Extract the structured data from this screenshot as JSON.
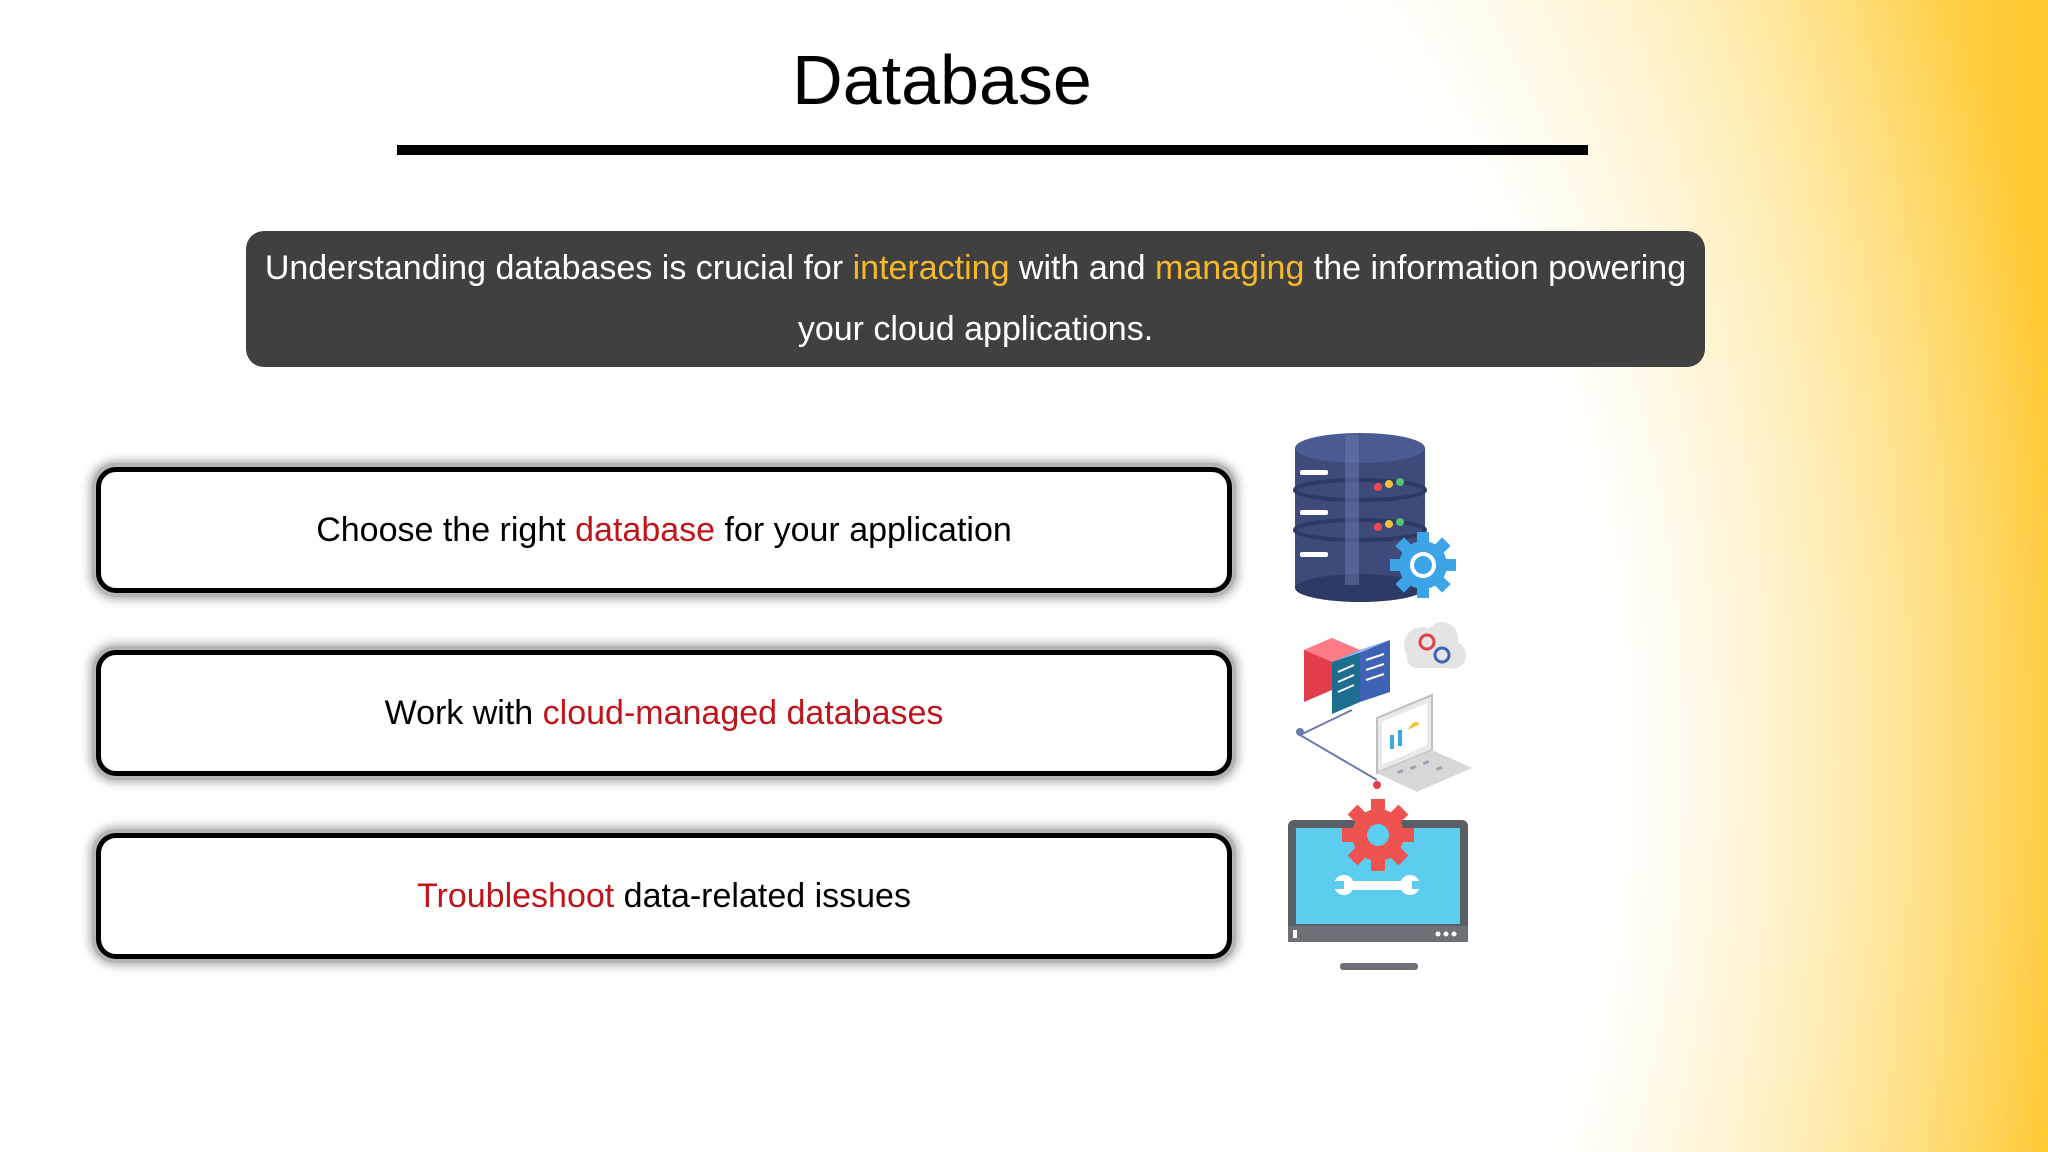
{
  "slide": {
    "title": "Database",
    "intro": {
      "part1": "Understanding databases is crucial for ",
      "highlight1": "interacting",
      "part2": " with and ",
      "highlight2": "managing",
      "part3": " the information powering your cloud applications."
    },
    "cards": [
      {
        "before": "Choose the right ",
        "emphasis": "database",
        "after": " for your application"
      },
      {
        "before": "Work with ",
        "emphasis": "cloud-managed databases",
        "after": ""
      },
      {
        "before": "",
        "emphasis": "Troubleshoot",
        "after": " data-related issues"
      }
    ],
    "icons": [
      "database-gear-icon",
      "server-cloud-laptop-icon",
      "monitor-wrench-gear-icon"
    ],
    "colors": {
      "accent_yellow": "#f7b928",
      "emphasis_red": "#c0141b",
      "intro_bg": "#404040"
    }
  }
}
